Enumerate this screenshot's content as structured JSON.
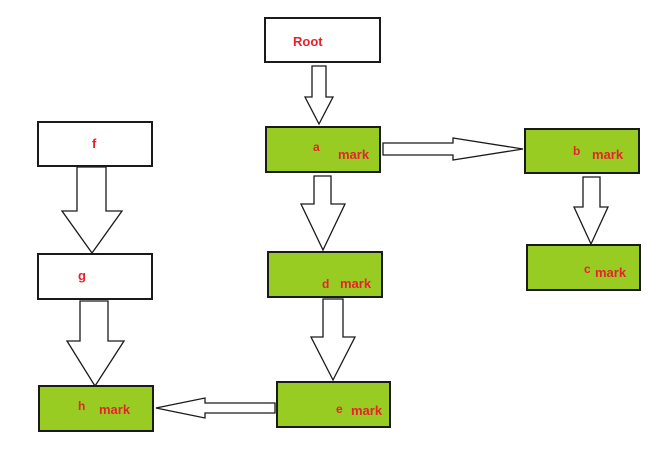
{
  "colors": {
    "label": "#e8222a",
    "marked_fill": "#99cc22",
    "plain_fill": "#ffffff",
    "border": "#1a1a1a"
  },
  "nodes": {
    "root": {
      "label": "Root"
    },
    "a": {
      "label": "a",
      "mark": "mark"
    },
    "b": {
      "label": "b",
      "mark": "mark"
    },
    "c": {
      "label": "c",
      "mark": "mark"
    },
    "d": {
      "label": "d",
      "mark": "mark"
    },
    "e": {
      "label": "e",
      "mark": "mark"
    },
    "f": {
      "label": "f"
    },
    "g": {
      "label": "g"
    },
    "h": {
      "label": "h",
      "mark": "mark"
    }
  },
  "edges": [
    {
      "from": "Root",
      "to": "a"
    },
    {
      "from": "a",
      "to": "b"
    },
    {
      "from": "b",
      "to": "c"
    },
    {
      "from": "a",
      "to": "d"
    },
    {
      "from": "d",
      "to": "e"
    },
    {
      "from": "e",
      "to": "h"
    },
    {
      "from": "f",
      "to": "g"
    },
    {
      "from": "g",
      "to": "h"
    }
  ]
}
